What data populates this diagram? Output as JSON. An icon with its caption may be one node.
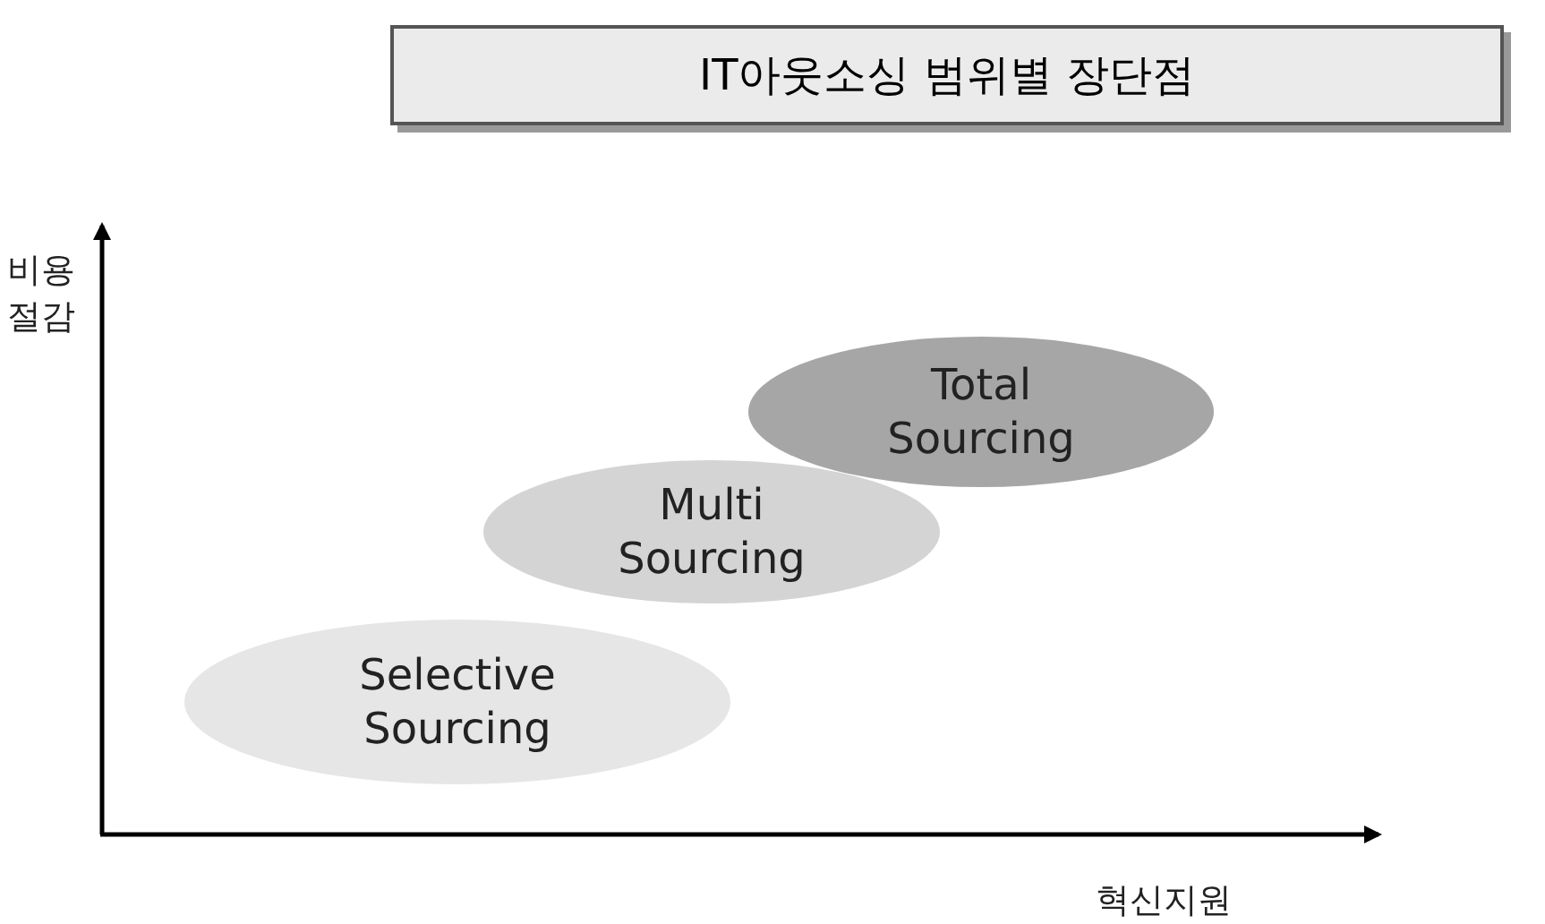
{
  "diagram": {
    "title": "IT아웃소싱 범위별 장단점",
    "nodes": [
      {
        "text": [
          "Total Sourcing"
        ]
      },
      {
        "text": [
          "Multi Sourcing"
        ]
      },
      {
        "text": [
          "Selective Sourcing"
        ]
      }
    ],
    "edges": [],
    "labels": [
      "비용 절감",
      "혁신지원"
    ]
  }
}
